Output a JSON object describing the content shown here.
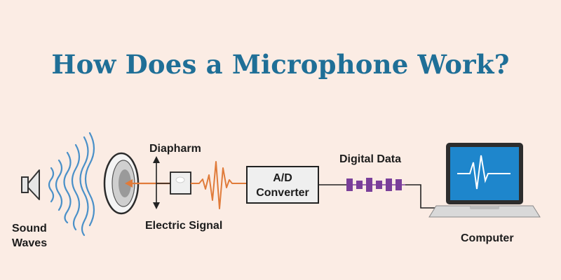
{
  "title": "How Does a Microphone Work?",
  "labels": {
    "sound_waves_line1": "Sound",
    "sound_waves_line2": "Waves",
    "diaphragm": "Diapharm",
    "electric_signal": "Electric Signal",
    "converter_line1": "A/D",
    "converter_line2": "Converter",
    "digital_data": "Digital Data",
    "computer": "Computer"
  },
  "colors": {
    "title": "#1f6f97",
    "background": "#fbece4",
    "waves": "#4a90c8",
    "signal": "#e07b3a",
    "digital": "#7a3f9a",
    "screen": "#1e86cc",
    "outline": "#2b2b2b"
  },
  "icons": [
    "speaker-icon",
    "diaphragm-icon",
    "capsule-icon",
    "laptop-icon"
  ]
}
